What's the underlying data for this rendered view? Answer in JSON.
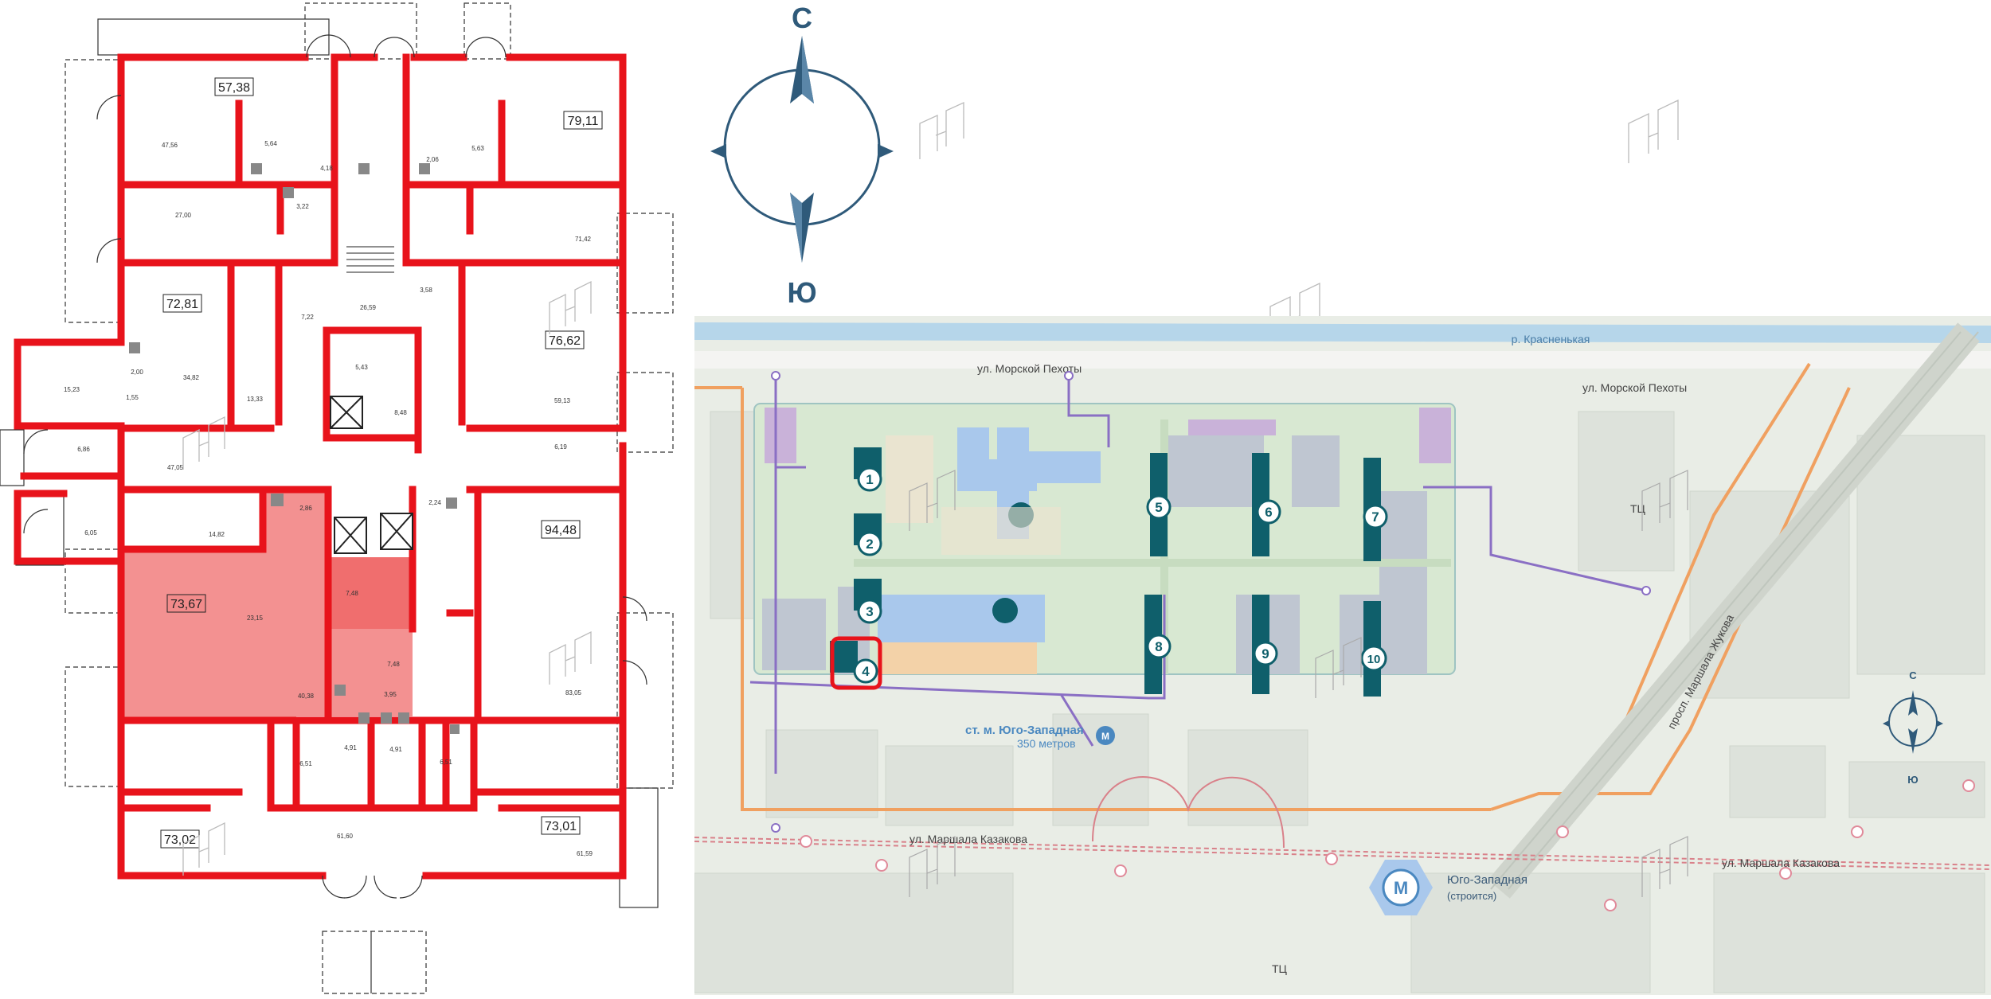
{
  "floorplan": {
    "highlight_color": "#f08080",
    "wall_color": "#e8131b",
    "apartments": [
      {
        "label": "57,38",
        "selected": false
      },
      {
        "label": "79,11",
        "selected": false
      },
      {
        "label": "72,81",
        "selected": false
      },
      {
        "label": "76,62",
        "selected": false
      },
      {
        "label": "94,48",
        "selected": false
      },
      {
        "label": "73,67",
        "selected": true
      },
      {
        "label": "73,02",
        "selected": false
      },
      {
        "label": "73,01",
        "selected": false
      }
    ],
    "rooms": [
      "47,56",
      "5,64",
      "4,18",
      "27,00",
      "3,22",
      "2,06",
      "5,63",
      "71,42",
      "7,22",
      "26,59",
      "3,58",
      "15,23",
      "2,00",
      "34,82",
      "13,33",
      "5,43",
      "8,48",
      "59,13",
      "1,55",
      "6,86",
      "47,05",
      "6,19",
      "6,05",
      "14,82",
      "2,86",
      "2,24",
      "23,15",
      "7,48",
      "7,48",
      "3,95",
      "40,38",
      "83,05",
      "6,51",
      "4,91",
      "4,91",
      "6,51",
      "61,60",
      "61,59"
    ]
  },
  "compass": {
    "north_label": "С",
    "south_label": "Ю",
    "color": "#2f5a7a"
  },
  "sitemap": {
    "river_label": "р. Красненькая",
    "streets": {
      "top_left": "ул. Морской Пехоты",
      "top_right": "ул. Морской Пехоты",
      "diagonal": "просп. Маршала Жукова",
      "bottom_left": "ул. Маршала Казакова",
      "bottom_right": "ул. Маршала Казакова"
    },
    "metro_near": {
      "name": "ст. м. Юго-Западная",
      "distance": "350 метров"
    },
    "metro_future": {
      "name": "Юго-Западная",
      "note": "(строится)"
    },
    "mall_labels": [
      "ТЦ",
      "ТЦ"
    ],
    "buildings": [
      "1",
      "2",
      "3",
      "4",
      "5",
      "6",
      "7",
      "8",
      "9",
      "10"
    ],
    "selected_building": "4",
    "mini_compass": {
      "north": "С",
      "south": "Ю"
    },
    "colors": {
      "accent": "#e8131b",
      "building": "#0f5f6b",
      "route": "#8a6fc4",
      "road": "#f0a060"
    }
  }
}
